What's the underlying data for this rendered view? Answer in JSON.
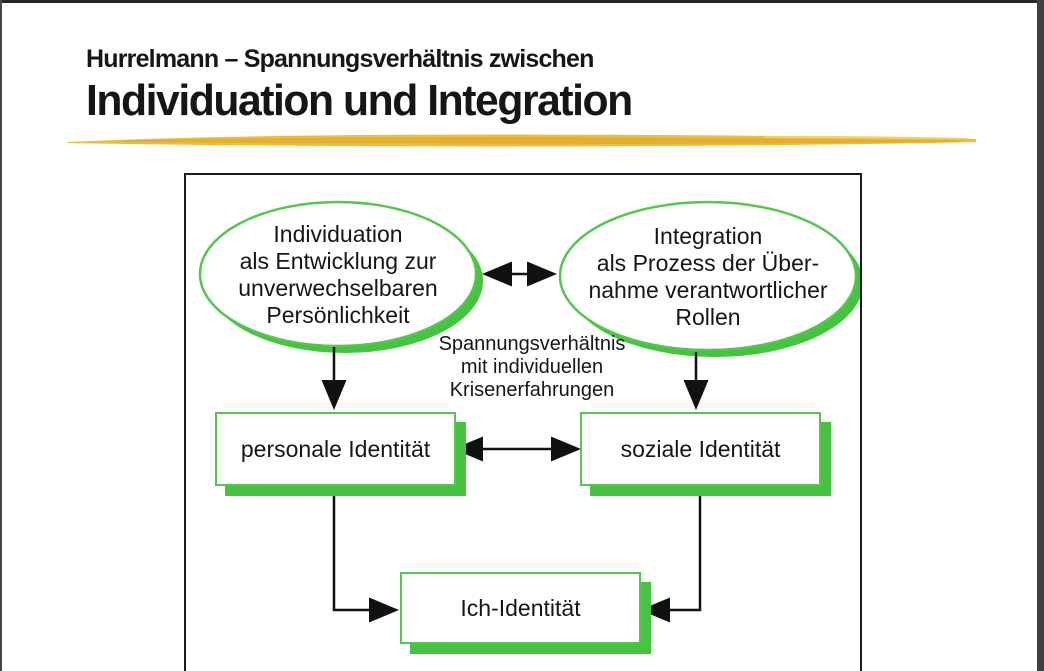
{
  "header": {
    "supertitle": "Hurrelmann – Spannungsverhältnis zwischen",
    "title": "Individuation und Integration"
  },
  "diagram": {
    "ellipse_left": {
      "text": "Individuation\nals Entwicklung zur\nunverwechselbaren\nPersönlichkeit"
    },
    "ellipse_right": {
      "text": "Integration\nals Prozess der Über-\nnahme verantwortlicher\nRollen"
    },
    "tension_note": "Spannungsverhältnis\nmit individuellen\nKrisenerfahrungen",
    "box_personal": {
      "label": "personale Identität"
    },
    "box_social": {
      "label": "soziale Identität"
    },
    "box_ego": {
      "label": "Ich-Identität"
    }
  },
  "colors": {
    "shape_green": "#46c341",
    "shape_green_border": "#54c64e",
    "brush_yellow": "#ecbe3e",
    "brush_yellow_dark": "#dfa92c",
    "text_black": "#161616",
    "frame_black": "#1c1c1c",
    "scan_edge_gray": "#3c4045"
  }
}
